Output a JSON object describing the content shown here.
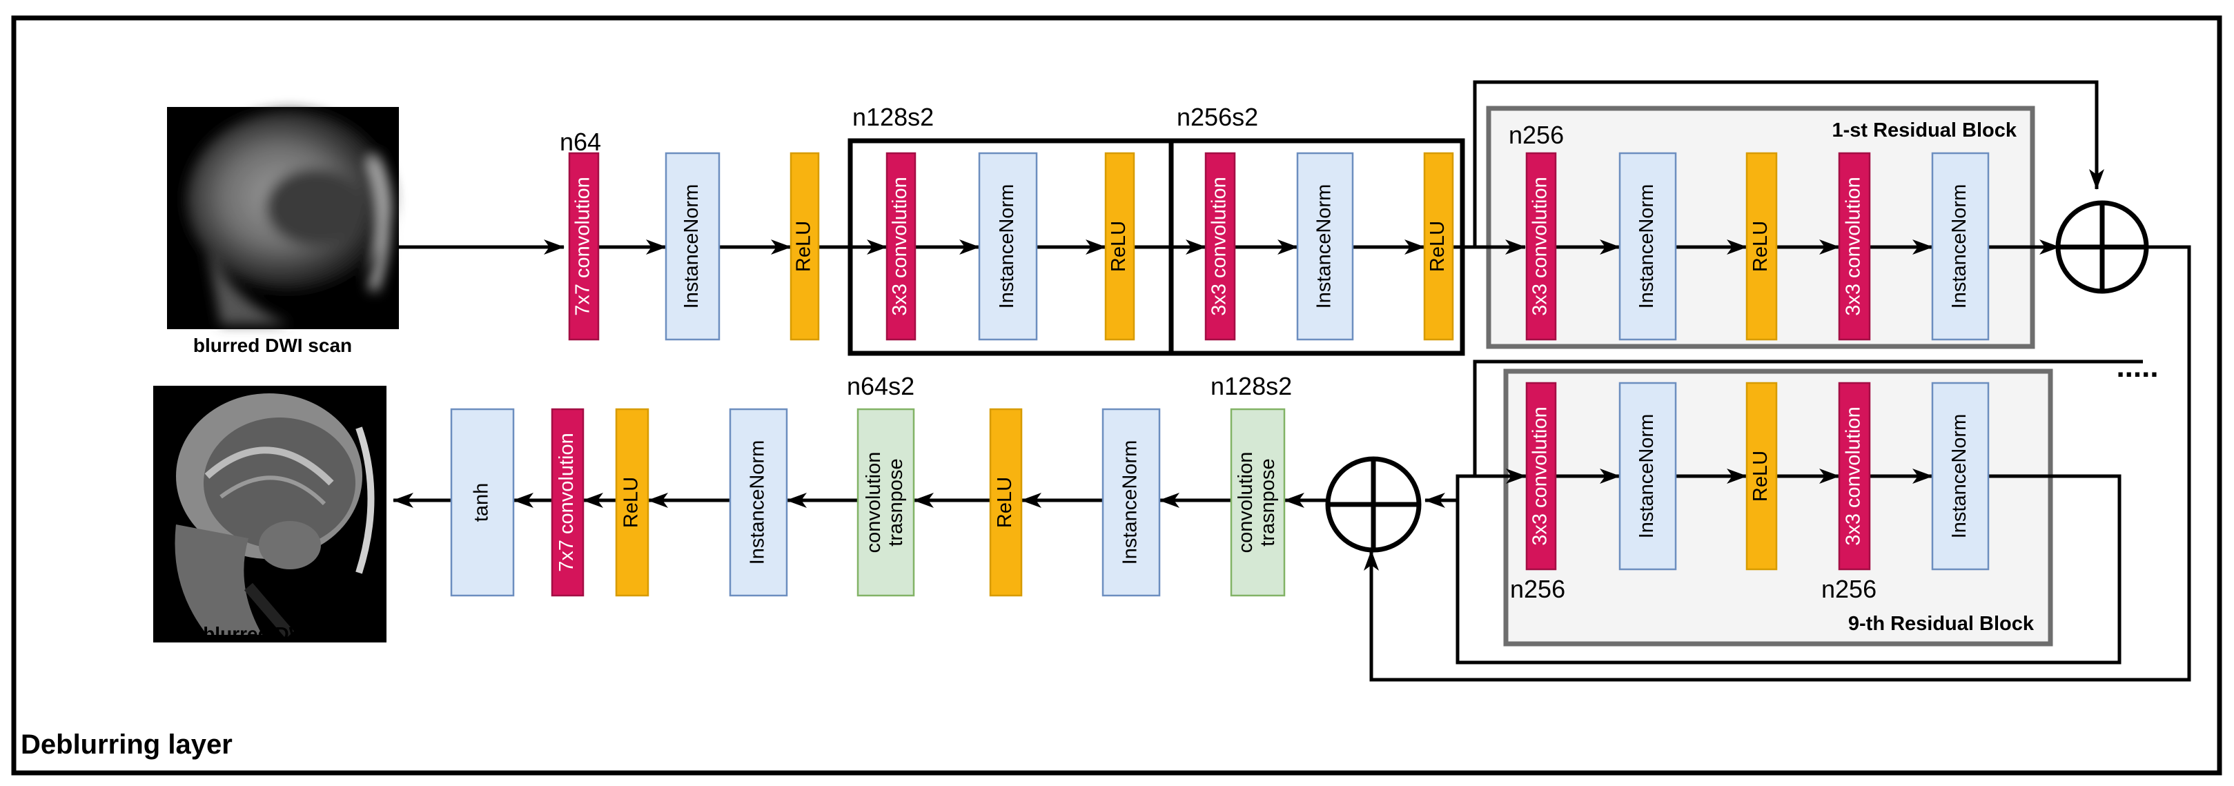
{
  "title": "Deblurring layer",
  "images": {
    "input_caption": "blurred DWI scan",
    "output_caption": "deblurred DWI scan"
  },
  "tags": {
    "n64": "n64",
    "n128s2_top": "n128s2",
    "n256s2": "n256s2",
    "n256_top": "n256",
    "n256_bottom_left": "n256",
    "n256_bottom_right": "n256",
    "n64s2": "n64s2",
    "n128s2_bottom": "n128s2"
  },
  "residual_blocks": {
    "first": "1-st Residual Block",
    "ninth": "9-th Residual Block",
    "dots": "....."
  },
  "layers": {
    "conv7": "7x7 convolution",
    "instnorm": "InstanceNorm",
    "relu": "ReLU",
    "conv3": "3x3 convolution",
    "convtrans_1": "convolution",
    "convtrans_2": "trasnpose",
    "tanh": "tanh"
  },
  "colors": {
    "conv": "#d4145a",
    "norm": "#dbe8f8",
    "relu": "#f8b310",
    "transpose": "#d5e8d4",
    "tanh": "#dbe8f8",
    "residual_bg": "#f4f4f4",
    "residual_border": "#6e6e6e"
  }
}
